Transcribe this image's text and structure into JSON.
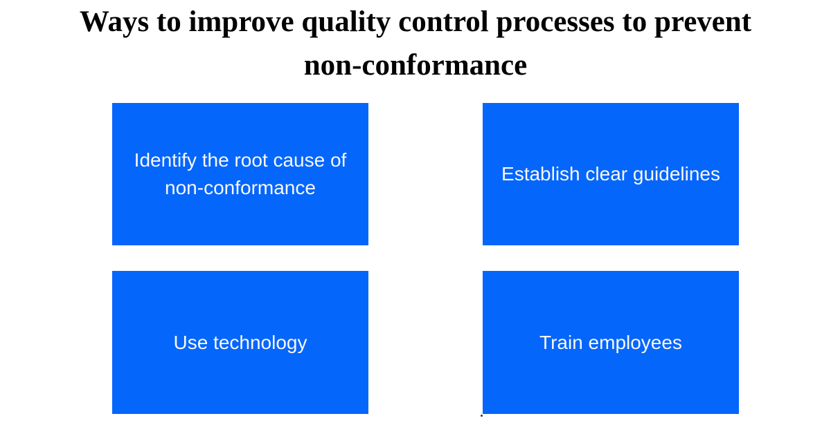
{
  "title": {
    "lines": [
      "Ways to improve quality control processes to prevent",
      "non-conformance"
    ]
  },
  "cards": [
    {
      "id": "identify-root-cause",
      "lines": [
        "Identify the root cause of",
        "non-conformance"
      ]
    },
    {
      "id": "establish-clear-guidelines",
      "lines": [
        "Establish clear guidelines"
      ]
    },
    {
      "id": "use-technology",
      "lines": [
        "Use technology"
      ]
    },
    {
      "id": "train-employees",
      "lines": [
        "Train employees"
      ]
    }
  ],
  "colors": {
    "page_bg": "#FFFFFF",
    "title_color": "#030303",
    "card_bg": "#0566FB",
    "card_text": "#F7F7F7",
    "stray_dot": "#26335F"
  }
}
